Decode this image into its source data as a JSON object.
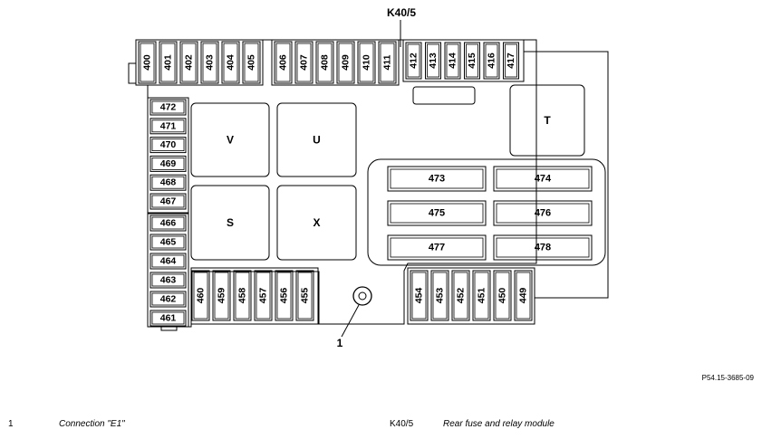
{
  "module_label": "K40/5",
  "callout_label": "1",
  "reference_code": "P54.15-3685-09",
  "fuses": {
    "top_group_1": [
      "400",
      "401",
      "402",
      "403",
      "404",
      "405"
    ],
    "top_group_2": [
      "406",
      "407",
      "408",
      "409",
      "410",
      "411"
    ],
    "top_group_3": [
      "412",
      "413",
      "414",
      "415",
      "416",
      "417"
    ],
    "left_column_upper": [
      "472",
      "471",
      "470",
      "469",
      "468",
      "467"
    ],
    "left_column_lower": [
      "466",
      "465",
      "464",
      "463",
      "462",
      "461"
    ],
    "bottom_group_left": [
      "460",
      "459",
      "458",
      "457",
      "456",
      "455"
    ],
    "bottom_group_right": [
      "454",
      "453",
      "452",
      "451",
      "450",
      "449"
    ]
  },
  "relays": {
    "large": [
      "V",
      "U",
      "S",
      "X",
      "T"
    ],
    "strip": [
      "473",
      "474",
      "475",
      "476",
      "477",
      "478"
    ]
  },
  "legend": [
    {
      "key": "1",
      "text": "Connection \"E1\""
    },
    {
      "key": "K40/5",
      "text": "Rear fuse and relay module"
    }
  ]
}
